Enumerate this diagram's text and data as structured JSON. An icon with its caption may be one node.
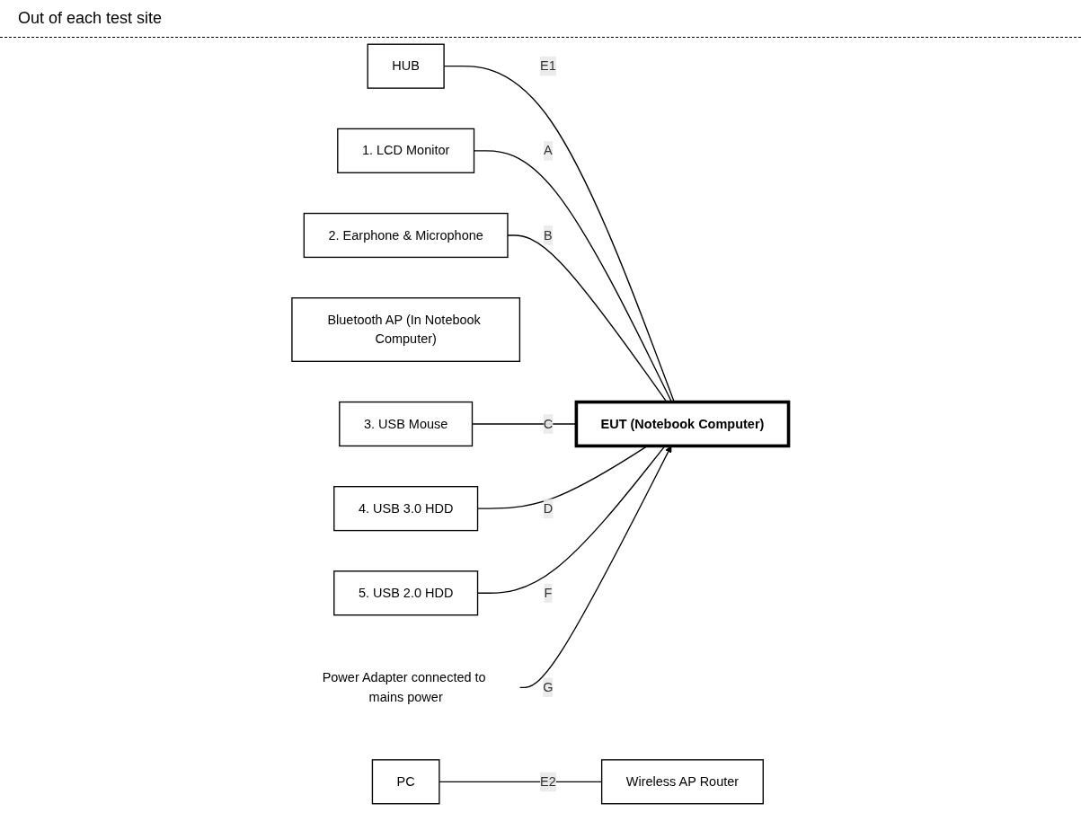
{
  "diagram": {
    "nodes": [
      {
        "text": [
          "HUB"
        ]
      },
      {
        "text": [
          "PC"
        ]
      },
      {
        "text": [
          "EUT (Notebook Computer)"
        ]
      },
      {
        "text": [
          "Wireless AP Router"
        ]
      },
      {
        "text": [
          "1. LCD Monitor"
        ]
      },
      {
        "text": [
          "Bluetooth AP (In Notebook Computer)"
        ]
      },
      {
        "text": [
          "2. Earphone & Microphone"
        ]
      },
      {
        "text": [
          "3. USB Mouse"
        ]
      },
      {
        "text": [
          "4. USB 3.0 HDD"
        ]
      },
      {
        "text": [
          "5. USB 2.0 HDD"
        ]
      },
      {
        "text": [
          "Power Adapter connected to mains power"
        ]
      }
    ],
    "edges": [
      {
        "from": 0,
        "to": 2,
        "label": "E1",
        "arrow": "none"
      },
      {
        "from": 1,
        "to": 3,
        "label": "E2",
        "arrow": "none"
      },
      {
        "from": 4,
        "to": 2,
        "label": "A",
        "arrow": "none"
      },
      {
        "from": 6,
        "to": 2,
        "label": "B",
        "arrow": "none"
      },
      {
        "from": 7,
        "to": 2,
        "label": "C",
        "arrow": "none"
      },
      {
        "from": 8,
        "to": 2,
        "label": "D",
        "arrow": "none"
      },
      {
        "from": 9,
        "to": 2,
        "label": "F",
        "arrow": "none"
      },
      {
        "from": 10,
        "to": 2,
        "label": "G",
        "arrow": "to"
      }
    ],
    "labels": [
      "Out of each test site"
    ]
  }
}
